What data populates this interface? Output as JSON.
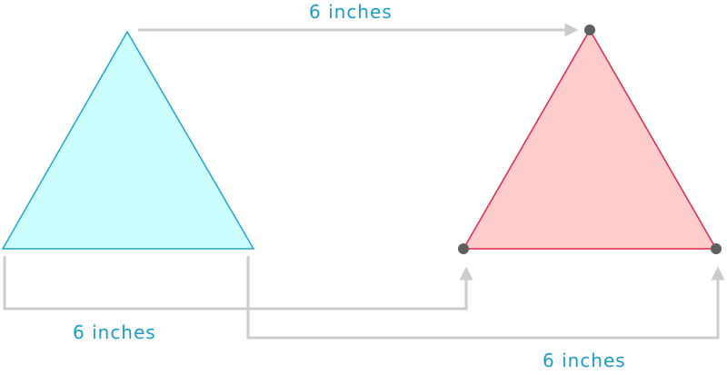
{
  "labels": {
    "top": "6 inches",
    "bottom_left": "6 inches",
    "bottom_right": "6 inches"
  },
  "colors": {
    "label_text": "#1a9bc9",
    "arrow": "#cccccc",
    "original_fill": "#ccfdff",
    "original_stroke": "#1ea6d2",
    "image_fill": "#ffcccc",
    "image_stroke": "#e8244a",
    "vertex_dot": "#5f5f5f"
  }
}
